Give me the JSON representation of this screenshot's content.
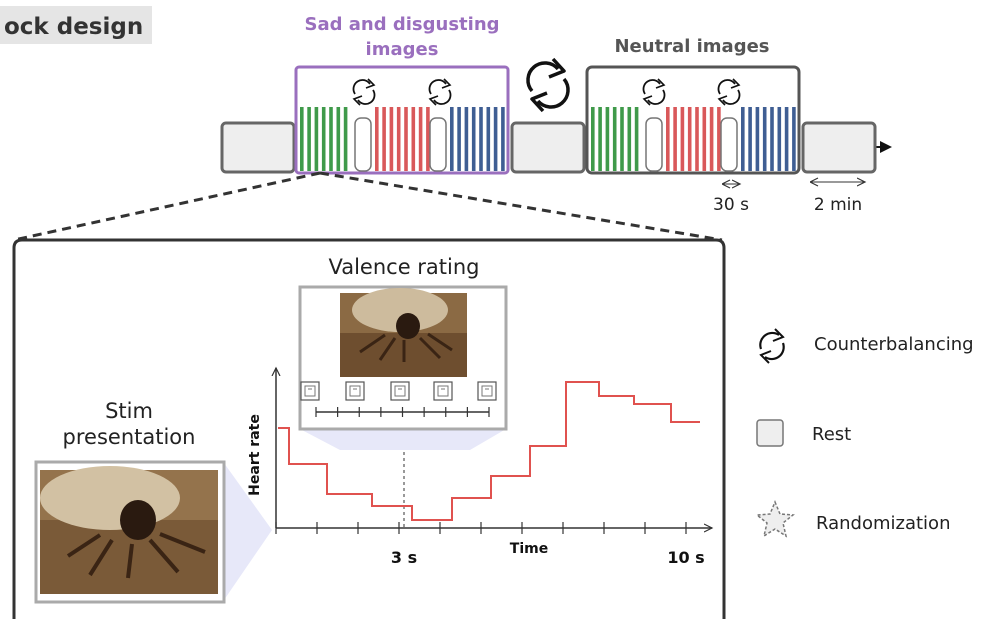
{
  "title": "ock design",
  "groups": {
    "sad_label_line1": "Sad and disgusting",
    "sad_label_line2": "images",
    "neutral_label": "Neutral images"
  },
  "durations": {
    "block": "30 s",
    "rest": "2 min"
  },
  "panel": {
    "valence_title": "Valence rating",
    "stim_line1": "Stim",
    "stim_line2": "presentation"
  },
  "hr_chart": {
    "ylabel": "Heart rate",
    "xlabel": "Time",
    "tick_3s": "3 s",
    "tick_10s": "10 s"
  },
  "legend": {
    "counterbalancing": "Counterbalancing",
    "rest": "Rest",
    "randomization": "Randomization"
  },
  "colors": {
    "purple": "#9a6fbe",
    "green": "#3f9a4a",
    "red": "#d9585a",
    "blue": "#3f5e93",
    "hr_line": "#e0524f",
    "rest_fill": "#eeeeee",
    "frame": "#555555",
    "title_bg": "#e5e5e5"
  }
}
